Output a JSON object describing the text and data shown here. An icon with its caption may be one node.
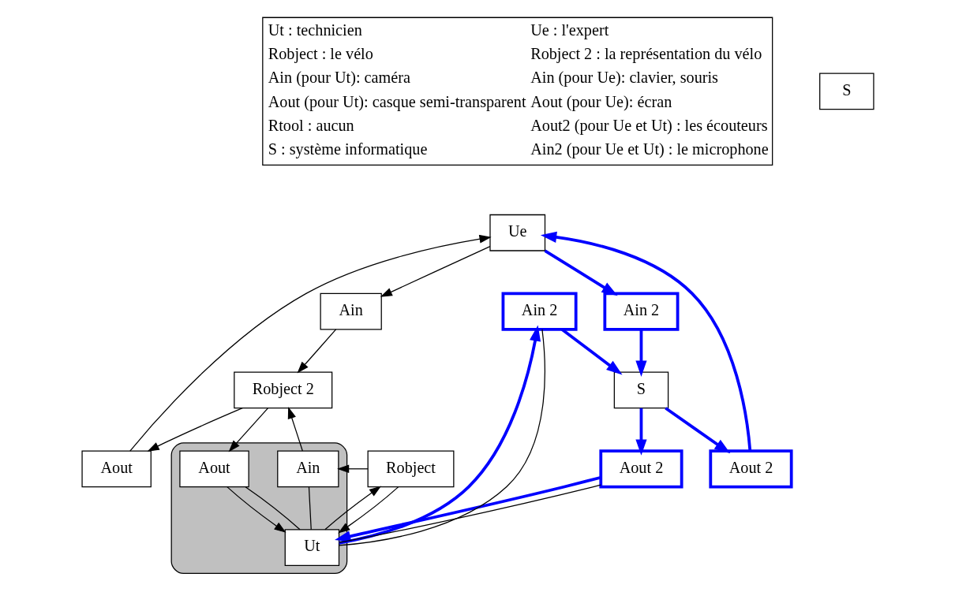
{
  "diagram": {
    "nodes": [
      {
        "text": [
          "Ue"
        ]
      },
      {
        "text": [
          "Aout"
        ]
      },
      {
        "text": [
          "Ain"
        ]
      },
      {
        "text": [
          "Aout 2"
        ]
      },
      {
        "text": [
          "Ain 2"
        ]
      },
      {
        "text": [
          "Robject 2"
        ]
      },
      {
        "text": [
          "S"
        ]
      },
      {
        "text": [
          "S"
        ]
      },
      {
        "text": [
          "Robject"
        ]
      },
      {
        "text": [],
        "shape": "ellipse"
      },
      {
        "text": [
          "Ain"
        ],
        "in": 9
      },
      {
        "text": [
          "Aout"
        ],
        "in": 9
      },
      {
        "text": [
          "Aout 2"
        ]
      },
      {
        "text": [
          "Ain 2"
        ]
      },
      {
        "text": [
          "Ut"
        ],
        "in": 9
      }
    ],
    "edges": [
      {
        "from": 1,
        "to": 0,
        "arrow": "to"
      },
      {
        "from": 0,
        "to": 2,
        "arrow": "to"
      },
      {
        "from": 5,
        "to": 1,
        "arrow": "to"
      },
      {
        "from": 2,
        "to": 5,
        "arrow": "to"
      },
      {
        "from": 3,
        "to": 0,
        "arrow": "to",
        "style": "thick",
        "color": "#0000ff"
      },
      {
        "from": 0,
        "to": 4,
        "arrow": "to",
        "style": "thick",
        "color": "#0000ff"
      },
      {
        "from": 7,
        "to": 3,
        "arrow": "to",
        "style": "thick",
        "color": "#0000ff"
      },
      {
        "from": 4,
        "to": 7,
        "arrow": "to",
        "style": "thick",
        "color": "#0000ff"
      },
      {
        "from": 7,
        "to": 12,
        "arrow": "to",
        "style": "thick",
        "color": "#0000ff"
      },
      {
        "from": 13,
        "to": 7,
        "arrow": "to",
        "style": "thick",
        "color": "#0000ff"
      },
      {
        "from": 12,
        "to": 14,
        "arrow": "to",
        "style": "thick",
        "color": "#0000ff"
      },
      {
        "from": 14,
        "to": 13,
        "arrow": "to",
        "style": "thick",
        "color": "#0000ff"
      },
      {
        "from": 12,
        "to": 14,
        "arrow": "none"
      },
      {
        "from": 13,
        "to": 14,
        "arrow": "none"
      },
      {
        "from": 8,
        "to": 10,
        "arrow": "to"
      },
      {
        "from": 14,
        "to": 8,
        "arrow": "to"
      },
      {
        "from": 8,
        "to": 14,
        "arrow": "to"
      },
      {
        "from": 10,
        "to": 5,
        "arrow": "to"
      },
      {
        "from": 5,
        "to": 11,
        "arrow": "to"
      },
      {
        "from": 11,
        "to": 14,
        "arrow": "to"
      },
      {
        "from": 10,
        "to": 14,
        "arrow": "none"
      },
      {
        "from": 11,
        "to": 14,
        "arrow": "none"
      }
    ],
    "labels": [
      "Ut : technicien",
      "Ue : l'expert",
      "Robject : le vélo",
      "Robject 2 : la représentation du vélo",
      "Ain (pour Ut): caméra",
      "Ain (pour Ue): clavier, souris",
      "Aout (pour Ut): casque semi-transparent",
      "Aout (pour Ue): écran",
      "Rtool : aucun",
      "Aout2 (pour Ue et Ut) : les écouteurs",
      "S : système informatique",
      "Ain2 (pour Ue et Ut) : le microphone"
    ]
  }
}
